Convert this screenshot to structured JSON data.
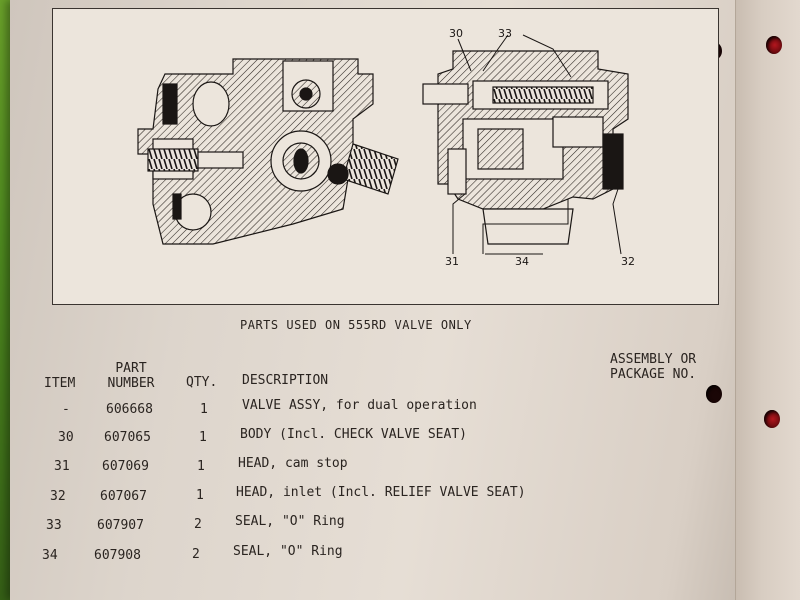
{
  "figure": {
    "callouts": [
      "30",
      "33",
      "31",
      "34",
      "32"
    ]
  },
  "caption": "PARTS USED ON 555RD VALVE ONLY",
  "table": {
    "headers": {
      "item": "ITEM",
      "part_number_line1": "PART",
      "part_number_line2": "NUMBER",
      "qty": "QTY.",
      "description": "DESCRIPTION",
      "assembly_line1": "ASSEMBLY OR",
      "assembly_line2": "PACKAGE NO."
    },
    "rows": [
      {
        "item": "-",
        "part": "606668",
        "qty": "1",
        "desc": "VALVE ASSY, for dual operation"
      },
      {
        "item": "30",
        "part": "607065",
        "qty": "1",
        "desc": "BODY (Incl. CHECK VALVE SEAT)"
      },
      {
        "item": "31",
        "part": "607069",
        "qty": "1",
        "desc": "HEAD, cam stop"
      },
      {
        "item": "32",
        "part": "607067",
        "qty": "1",
        "desc": "HEAD, inlet (Incl. RELIEF VALVE SEAT)"
      },
      {
        "item": "33",
        "part": "607907",
        "qty": "2",
        "desc": "SEAL, \"O\" Ring"
      },
      {
        "item": "34",
        "part": "607908",
        "qty": "2",
        "desc": "SEAL, \"O\" Ring"
      }
    ]
  }
}
